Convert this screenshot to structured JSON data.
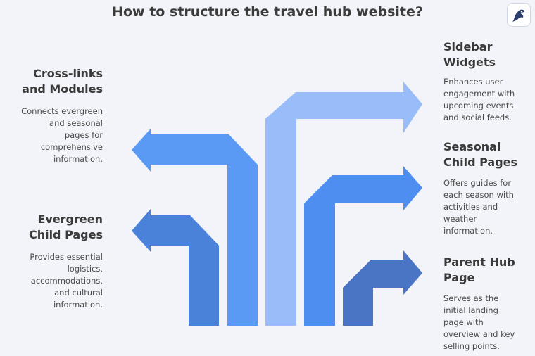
{
  "title": "How to structure the travel hub website?",
  "logo": "napkin-logo-icon",
  "colors": {
    "background": "#f3f4f9",
    "parent_hub": "#4a74c4",
    "evergreen": "#4a82d9",
    "seasonal": "#4e8ef0",
    "cross_links": "#5a9af5",
    "sidebar": "#98bdf8"
  },
  "items": [
    {
      "id": "sidebar-widgets",
      "heading": "Sidebar\nWidgets",
      "description": "Enhances user\nengagement with\nupcoming events\nand social feeds.",
      "color": "#98bdf8",
      "side": "right"
    },
    {
      "id": "cross-links",
      "heading": "Cross-links\nand Modules",
      "description": "Connects evergreen\nand seasonal\npages for\ncomprehensive\ninformation.",
      "color": "#5a9af5",
      "side": "left"
    },
    {
      "id": "seasonal-child",
      "heading": "Seasonal\nChild Pages",
      "description": "Offers guides for\neach season with\nactivities and\nweather\ninformation.",
      "color": "#4e8ef0",
      "side": "right"
    },
    {
      "id": "evergreen-child",
      "heading": "Evergreen\nChild Pages",
      "description": "Provides essential\nlogistics,\naccommodations,\nand cultural\ninformation.",
      "color": "#4a82d9",
      "side": "left"
    },
    {
      "id": "parent-hub",
      "heading": "Parent Hub\nPage",
      "description": "Serves as the\ninitial landing\npage with\noverview and key\nselling points.",
      "color": "#4a74c4",
      "side": "right"
    }
  ]
}
